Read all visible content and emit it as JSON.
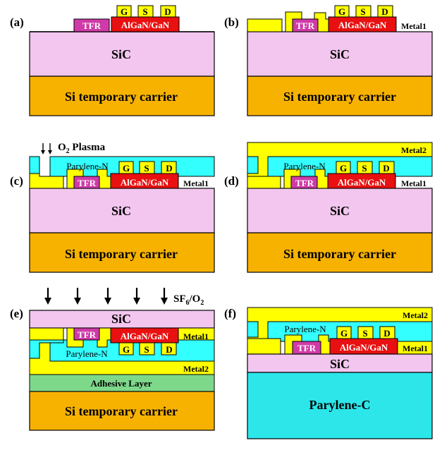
{
  "colors": {
    "sic": "#f2c6ee",
    "si_carrier": "#f7b200",
    "metal": "#ffff00",
    "parylene_n": "#33ffff",
    "parylene_c": "#2ce6ea",
    "algan": "#e81010",
    "tfr": "#d03aa8",
    "adhesive": "#7ed88a",
    "line": "#000000"
  },
  "panels": {
    "a": {
      "label": "(a)",
      "sic": "SiC",
      "carrier": "Si temporary carrier",
      "tfr": "TFR",
      "algan": "AlGaN/GaN",
      "g": "G",
      "s": "S",
      "d": "D"
    },
    "b": {
      "label": "(b)",
      "sic": "SiC",
      "carrier": "Si temporary carrier",
      "tfr": "TFR",
      "algan": "AlGaN/GaN",
      "g": "G",
      "s": "S",
      "d": "D",
      "metal1": "Metal1"
    },
    "c": {
      "label": "(c)",
      "sic": "SiC",
      "carrier": "Si temporary carrier",
      "tfr": "TFR",
      "algan": "AlGaN/GaN",
      "g": "G",
      "s": "S",
      "d": "D",
      "metal1": "Metal1",
      "parylene_n": "Parylene-N",
      "etch_gas": "O",
      "etch_sub": "2",
      "etch_word": " Plasma"
    },
    "d": {
      "label": "(d)",
      "sic": "SiC",
      "carrier": "Si temporary carrier",
      "tfr": "TFR",
      "algan": "AlGaN/GaN",
      "g": "G",
      "s": "S",
      "d": "D",
      "metal1": "Metal1",
      "metal2": "Metal2",
      "parylene_n": "Parylene-N"
    },
    "e": {
      "label": "(e)",
      "sic": "SiC",
      "carrier": "Si temporary carrier",
      "tfr": "TFR",
      "algan": "AlGaN/GaN",
      "g": "G",
      "s": "S",
      "d": "D",
      "metal1": "Metal1",
      "metal2": "Metal2",
      "parylene_n": "Parylene-N",
      "adhesive": "Adhesive Layer",
      "etch_a": "SF",
      "etch_a_sub": "6",
      "etch_b": "/O",
      "etch_b_sub": "2"
    },
    "f": {
      "label": "(f)",
      "sic": "SiC",
      "tfr": "TFR",
      "algan": "AlGaN/GaN",
      "g": "G",
      "s": "S",
      "d": "D",
      "metal1": "Metal1",
      "metal2": "Metal2",
      "parylene_n": "Parylene-N",
      "parylene_c": "Parylene-C"
    }
  }
}
